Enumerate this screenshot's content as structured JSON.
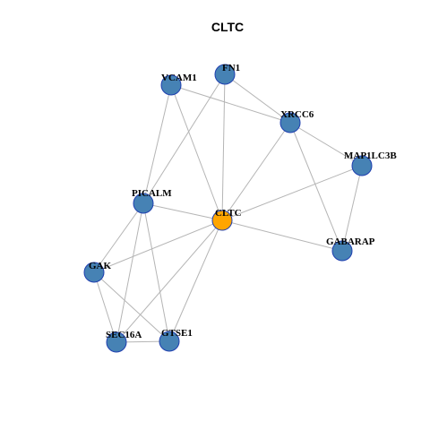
{
  "title": "CLTC",
  "colors": {
    "node_fill": "#4682b4",
    "center_fill": "#ffa500",
    "node_stroke": "#1f3fb0",
    "edge": "#b5b5b5"
  },
  "nodes": [
    {
      "id": "FN1",
      "label": "FN1"
    },
    {
      "id": "VCAM1",
      "label": "VCAM1"
    },
    {
      "id": "XRCC6",
      "label": "XRCC6"
    },
    {
      "id": "MAP1LC3B",
      "label": "MAP1LC3B"
    },
    {
      "id": "PICALM",
      "label": "PICALM"
    },
    {
      "id": "CLTC",
      "label": "CLTC",
      "center": true
    },
    {
      "id": "GABARAP",
      "label": "GABARAP"
    },
    {
      "id": "GAK",
      "label": "GAK"
    },
    {
      "id": "SEC16A",
      "label": "SEC16A"
    },
    {
      "id": "GTSE1",
      "label": "GTSE1"
    }
  ],
  "edges": [
    [
      "VCAM1",
      "XRCC6"
    ],
    [
      "VCAM1",
      "PICALM"
    ],
    [
      "VCAM1",
      "CLTC"
    ],
    [
      "FN1",
      "XRCC6"
    ],
    [
      "FN1",
      "PICALM"
    ],
    [
      "FN1",
      "CLTC"
    ],
    [
      "XRCC6",
      "MAP1LC3B"
    ],
    [
      "XRCC6",
      "CLTC"
    ],
    [
      "XRCC6",
      "GABARAP"
    ],
    [
      "MAP1LC3B",
      "CLTC"
    ],
    [
      "MAP1LC3B",
      "GABARAP"
    ],
    [
      "PICALM",
      "CLTC"
    ],
    [
      "PICALM",
      "GAK"
    ],
    [
      "PICALM",
      "SEC16A"
    ],
    [
      "PICALM",
      "GTSE1"
    ],
    [
      "CLTC",
      "GABARAP"
    ],
    [
      "CLTC",
      "GAK"
    ],
    [
      "CLTC",
      "SEC16A"
    ],
    [
      "CLTC",
      "GTSE1"
    ],
    [
      "GAK",
      "SEC16A"
    ],
    [
      "GAK",
      "GTSE1"
    ],
    [
      "SEC16A",
      "GTSE1"
    ]
  ]
}
